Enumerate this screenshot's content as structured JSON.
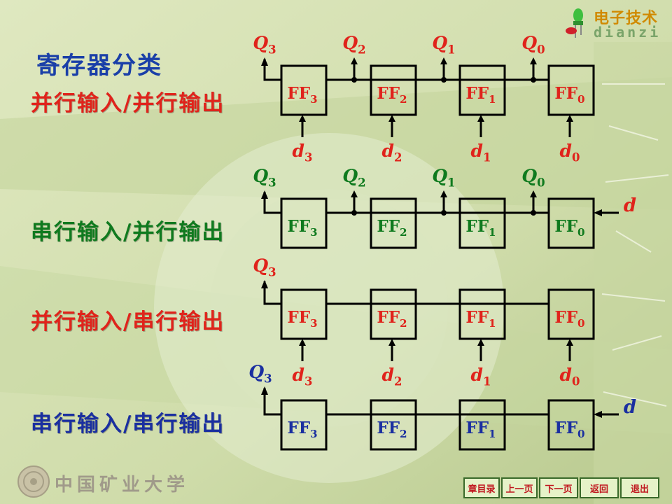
{
  "colors": {
    "red": "#e0231b",
    "green": "#0f7a1e",
    "blue": "#1a2fa0",
    "title": "#1a3fa8",
    "ink": "#000000"
  },
  "page": {
    "title": "寄存器分类"
  },
  "logo": {
    "cn": "电子技术",
    "en": "dianzi"
  },
  "school": "中国矿业大学",
  "nav": [
    "章目录",
    "上一页",
    "下一页",
    "返回",
    "退出"
  ],
  "categories": [
    {
      "label": "并行输入/并行输出",
      "color": "red"
    },
    {
      "label": "串行输入/并行输出",
      "color": "green"
    },
    {
      "label": "并行输入/串行输出",
      "color": "red"
    },
    {
      "label": "串行输入/串行输出",
      "color": "blue"
    }
  ],
  "rows": [
    {
      "outputs": [
        "Q",
        "Q",
        "Q",
        "Q"
      ],
      "out_subs": [
        "3",
        "2",
        "1",
        "0"
      ],
      "out_color": "red",
      "inputs": [
        "d",
        "d",
        "d",
        "d"
      ],
      "in_subs": [
        "3",
        "2",
        "1",
        "0"
      ],
      "in_color": "red",
      "serial_in": "",
      "ff_color": "red"
    },
    {
      "outputs": [
        "Q",
        "Q",
        "Q",
        "Q"
      ],
      "out_subs": [
        "3",
        "2",
        "1",
        "0"
      ],
      "out_color": "green",
      "inputs": [],
      "in_subs": [],
      "in_color": "red",
      "serial_in": "d",
      "ff_color": "green"
    },
    {
      "outputs": [
        "Q"
      ],
      "out_subs": [
        "3"
      ],
      "out_color": "red",
      "inputs": [
        "d",
        "d",
        "d",
        "d"
      ],
      "in_subs": [
        "3",
        "2",
        "1",
        "0"
      ],
      "in_color": "red",
      "serial_in": "",
      "ff_color": "red"
    },
    {
      "outputs": [
        "Q"
      ],
      "out_subs": [
        "3"
      ],
      "out_color": "blue",
      "inputs": [],
      "in_subs": [],
      "in_color": "blue",
      "serial_in": "d",
      "ff_color": "blue"
    }
  ],
  "ff": {
    "name": "FF",
    "subs": [
      "3",
      "2",
      "1",
      "0"
    ]
  }
}
